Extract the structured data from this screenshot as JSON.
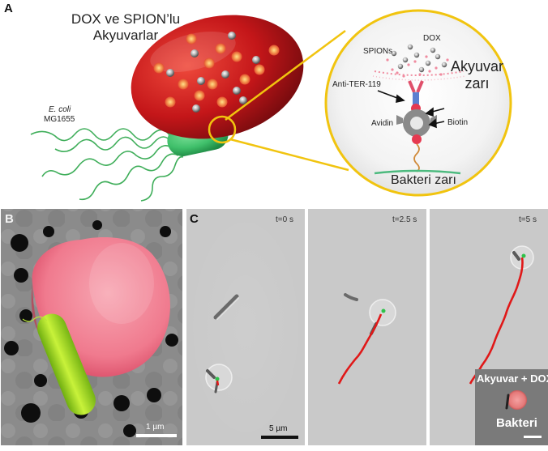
{
  "panels": {
    "a": {
      "letter": "A",
      "title_line1": "DOX ve SPION’lu",
      "title_line2": "Akyuvarlar",
      "ecoli_italic": "E. coli",
      "ecoli_strain": "MG1655",
      "zoom": {
        "spions": "SPIONs",
        "dox": "DOX",
        "wbc_membrane_line1": "Akyuvar",
        "wbc_membrane_line2": "zarı",
        "anti_ter": "Anti-TER-119",
        "avidin": "Avidin",
        "biotin": "Biotin",
        "bacteria_membrane": "Bakteri zarı"
      }
    },
    "b": {
      "letter": "B",
      "scale_label": "1 µm"
    },
    "c": {
      "letter": "C",
      "frames": [
        {
          "time": "t=0 s"
        },
        {
          "time": "t=2.5 s"
        },
        {
          "time": "t=5 s"
        }
      ],
      "scale_label": "5 µm",
      "inset_label_top": "Akyuvar + DOX",
      "inset_label_bottom": "Bakteri"
    }
  },
  "colors": {
    "cell_red": "#c8161b",
    "zoom_border": "#f1c40f",
    "bacterium_green": "#3fbf6a",
    "track_red": "#e01818",
    "sem_pink": "#f07a8e",
    "sem_green": "#a8e21a"
  }
}
